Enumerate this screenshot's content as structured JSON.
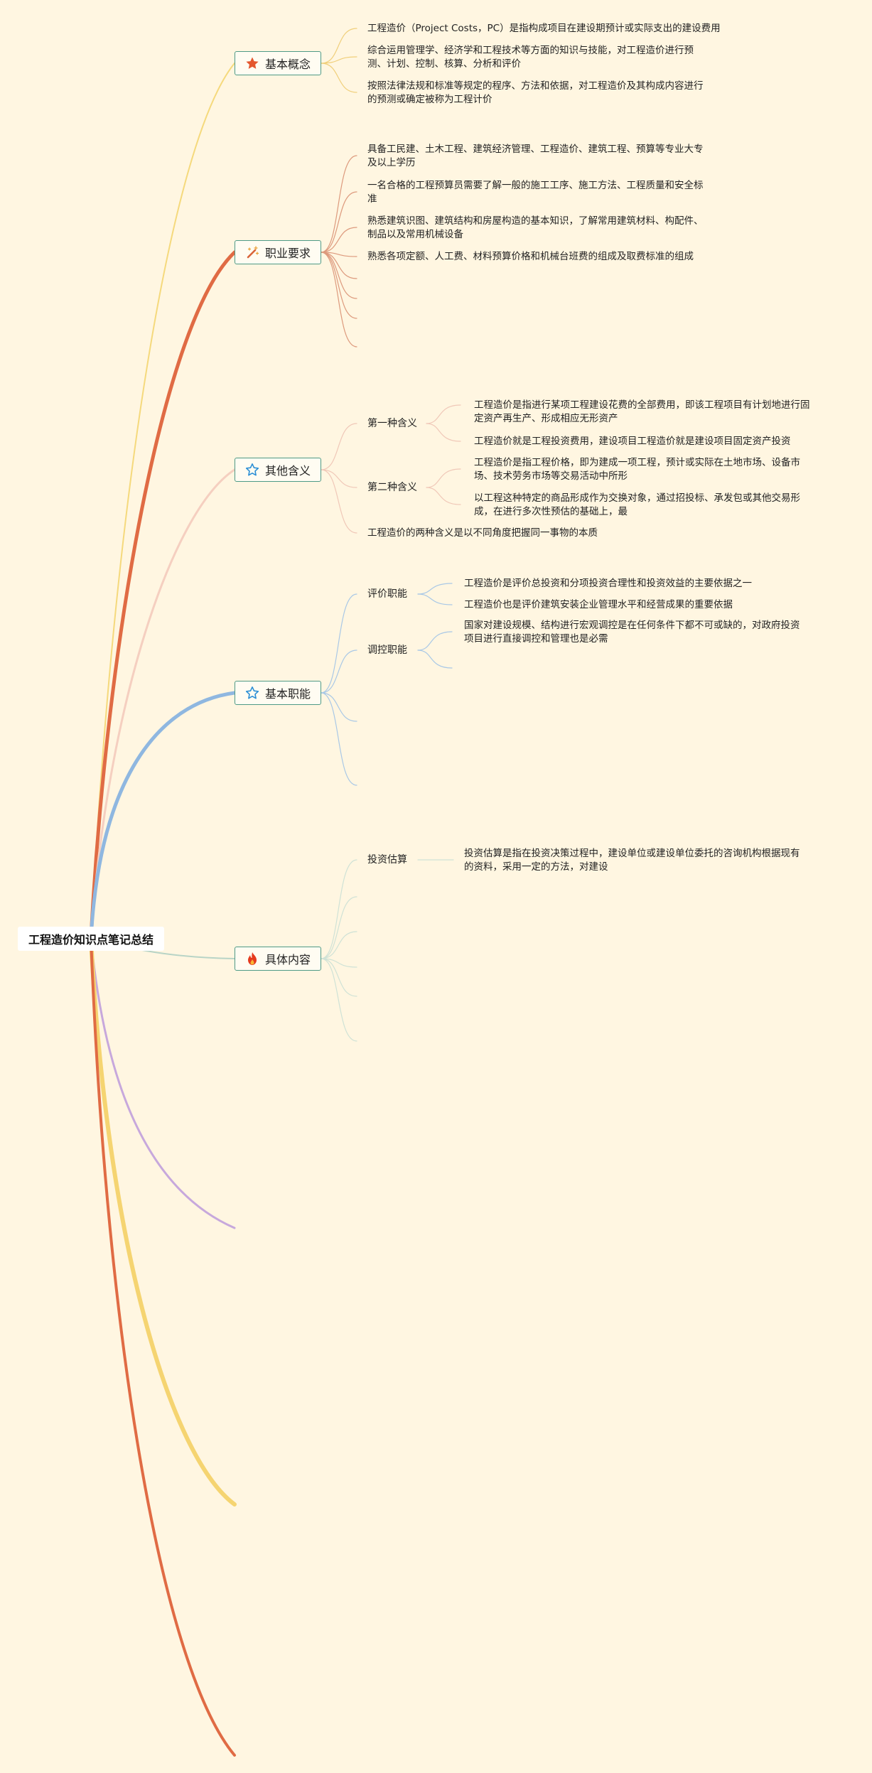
{
  "root": "工程造价知识点笔记总结",
  "topics": {
    "basic_concept": {
      "label": "基本概念",
      "icon": "star-filled-icon",
      "items": [
        "工程造价（Project Costs，PC）是指构成项目在建设期预计或实际支出的建设费用",
        [
          "综合运用管理学、经济学和工程技术等方面的知识与技能，对工程造价进行预",
          "测、计划、控制、核算、分析和评价"
        ],
        [
          "按照法律法规和标准等规定的程序、方法和依据，对工程造价及其构成内容进行",
          "的预测或确定被称为工程计价"
        ]
      ]
    },
    "career": {
      "label": "职业要求",
      "icon": "magic-wand-icon",
      "items": [
        [
          "具备工民建、土木工程、建筑经济管理、工程造价、建筑工程、预算等专业大专",
          "及以上学历"
        ],
        [
          "一名合格的工程预算员需要了解一般的施工工序、施工方法、工程质量和安全标",
          "准"
        ],
        [
          "熟悉建筑识图、建筑结构和房屋构造的基本知识，了解常用建筑材料、构配件、",
          "制品以及常用机械设备"
        ],
        "熟悉各项定额、人工费、材料预算价格和机械台班费的组成及取费标准的组成"
      ]
    },
    "other_meaning": {
      "label": "其他含义",
      "icon": "star-outline-icon",
      "first": {
        "label": "第一种含义",
        "items": [
          [
            "工程造价是指进行某项工程建设花费的全部费用，即该工程项目有计划地进行固",
            "定资产再生产、形成相应无形资产"
          ],
          "工程造价就是工程投资费用，建设项目工程造价就是建设项目固定资产投资"
        ]
      },
      "second": {
        "label": "第二种含义",
        "items": [
          [
            "工程造价是指工程价格，即为建成一项工程，预计或实际在土地市场、设备市",
            "场、技术劳务市场等交易活动中所形"
          ],
          [
            "以工程这种特定的商品形成作为交换对象，通过招投标、承发包或其他交易形",
            "成，在进行多次性预估的基础上，最"
          ]
        ]
      },
      "note": "工程造价的两种含义是以不同角度把握同一事物的本质"
    },
    "functions": {
      "label": "基本职能",
      "icon": "star-outline-icon",
      "evaluate": {
        "label": "评价职能",
        "items": [
          "工程造价是评价总投资和分项投资合理性和投资效益的主要依据之一",
          "工程造价也是评价建筑安装企业管理水平和经营成果的重要依据"
        ]
      },
      "regulate": {
        "label": "调控职能",
        "items": [
          [
            "国家对建设规模、结构进行宏观调控是在任何条件下都不可或缺的，对政府投资",
            "项目进行直接调控和管理也是必需"
          ]
        ]
      }
    },
    "content": {
      "label": "具体内容",
      "icon": "fire-icon",
      "estimate": {
        "label": "投资估算",
        "items": [
          [
            "投资估算是指在投资决策过程中，建设单位或建设单位委托的咨询机构根据现有",
            "的资料，采用一定的方法，对建设"
          ]
        ]
      }
    }
  },
  "colors": {
    "background": "#fff6e1",
    "topic_border": "#4e9a86",
    "branch_basic": "#f5d97c",
    "branch_career": "#e06b44",
    "branch_other": "#f5cfc0",
    "branch_func": "#8fb7e0",
    "branch_content": "#b8d4c6",
    "branch_purple": "#c7a8dc",
    "branch_yellow": "#f5d471",
    "branch_red": "#e06b44"
  }
}
